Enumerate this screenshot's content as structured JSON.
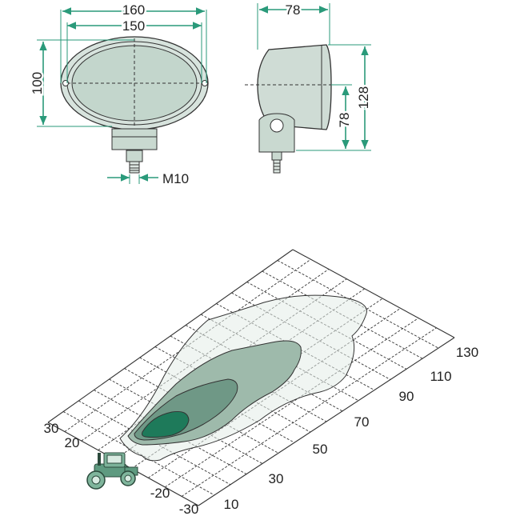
{
  "front_view": {
    "width_outer": "160",
    "width_lens": "150",
    "height": "100",
    "thread": "M10"
  },
  "side_view": {
    "depth": "78",
    "height_total": "128",
    "height_mount": "78"
  },
  "beam_plot": {
    "x_axis_ticks": [
      "10",
      "30",
      "50",
      "70",
      "90",
      "110",
      "130"
    ],
    "y_axis_ticks": [
      "30",
      "20",
      "-20",
      "-30"
    ],
    "colors": {
      "inner_zone": "#1e7a5a",
      "middle_zone": "#6e9a86",
      "outer_zone": "#b9cdc3",
      "dimension_lines": "#2a9a7a",
      "lamp_body": "#c9d9d0"
    }
  }
}
